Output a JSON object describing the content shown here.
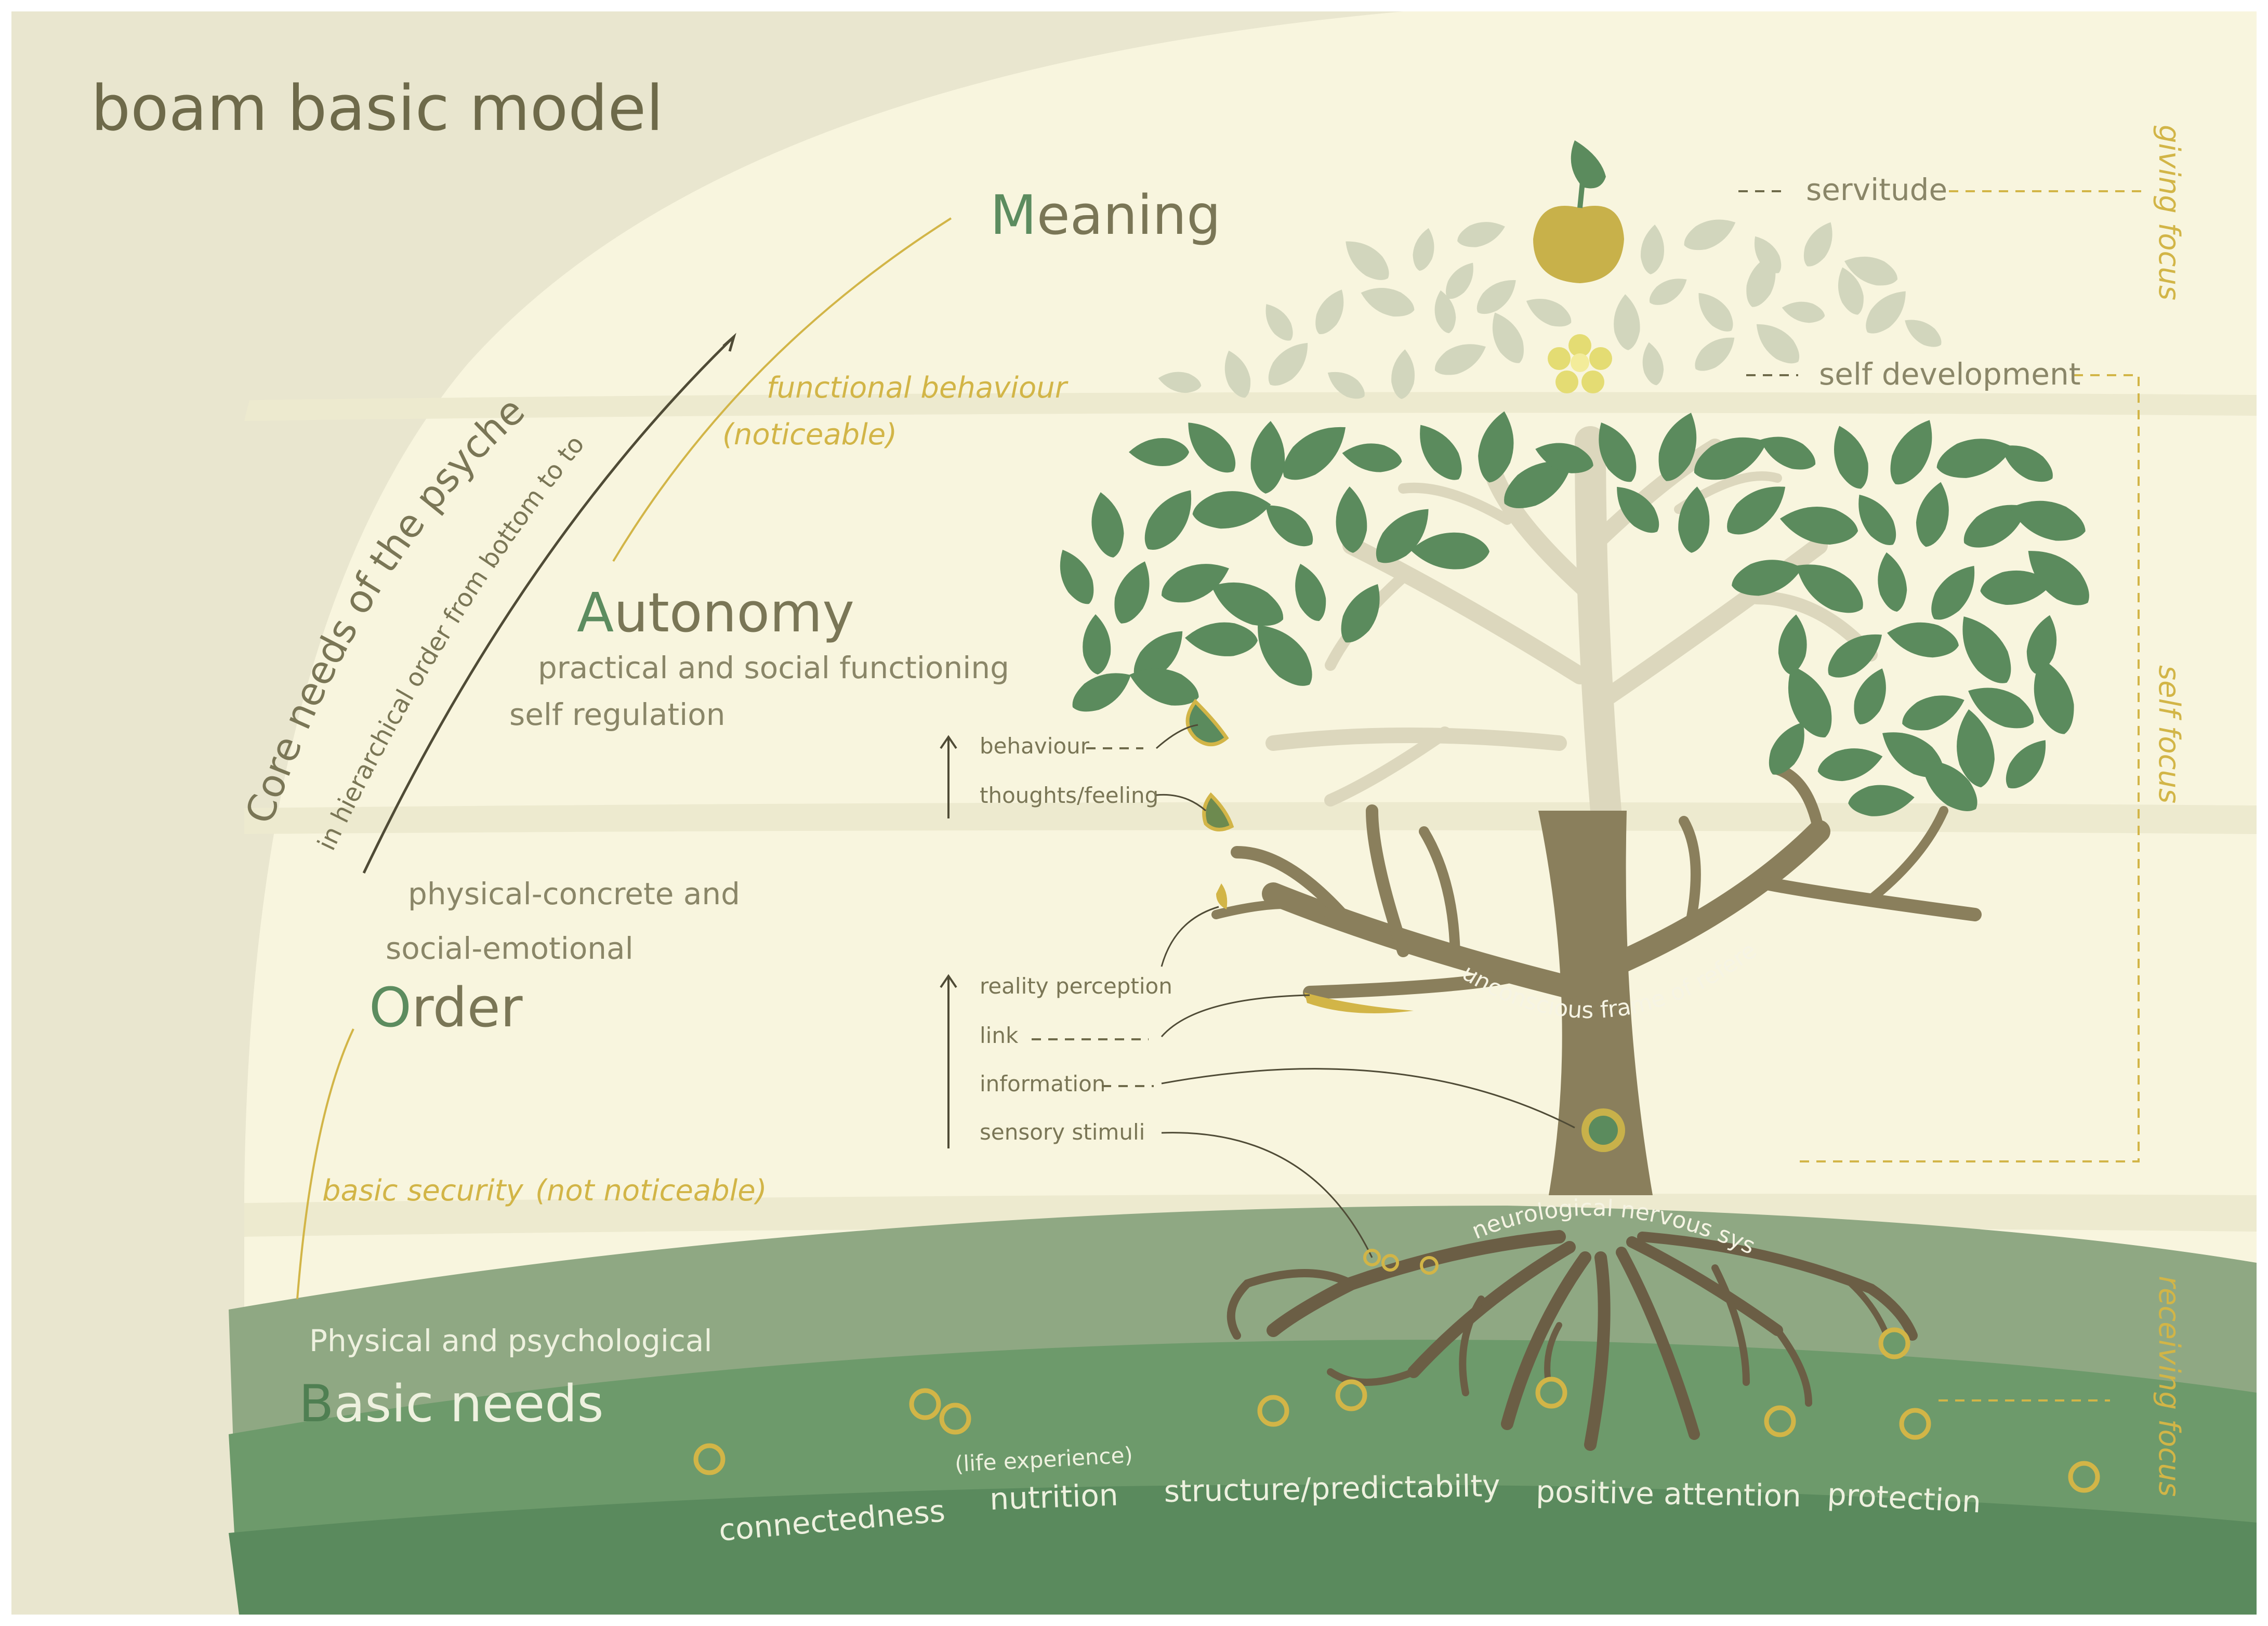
{
  "title": "boam basic model",
  "axis": {
    "main": "Core needs of the psyche",
    "sub": "in hierarchical order from bottom to top:"
  },
  "levels": {
    "meaning": {
      "initial": "M",
      "rest": "eaning"
    },
    "autonomy": {
      "initial": "A",
      "rest": "utonomy",
      "line1": "practical and social functioning",
      "line2": "self regulation"
    },
    "order": {
      "initial": "O",
      "rest": "rder",
      "line1": "physical-concrete and",
      "line2": "social-emotional"
    },
    "basic": {
      "intro": "Physical and psychological",
      "initial": "B",
      "rest": "asic needs"
    }
  },
  "annotations": {
    "functional_behaviour": "functional behaviour",
    "noticeable": "(noticeable)",
    "basic_security": "basic security",
    "not_noticeable": "(not noticeable)"
  },
  "process_labels": {
    "behaviour": "behaviour",
    "thoughts_feeling": "thoughts/feeling",
    "reality_perception": "reality perception",
    "link": "link",
    "information": "information",
    "sensory_stimuli": "sensory stimuli"
  },
  "tree_labels": {
    "frame": "unconscious frame of reference",
    "nervous": "neurological nervous system"
  },
  "right_labels": {
    "servitude": "servitude",
    "self_development": "self development",
    "giving_focus": "giving focus",
    "self_focus": "self focus",
    "receiving_focus": "receiving focus"
  },
  "needs": {
    "connectedness": "connectedness",
    "life_experience": "(life experience)",
    "nutrition": "nutrition",
    "structure": "structure/predictabilty",
    "positive_attention": "positive attention",
    "protection": "protection"
  },
  "colors": {
    "background": "#f8f5de",
    "left_band": "#e9e6cf",
    "dark_green": "#5a8a5d",
    "mid_green": "#6d9a6b",
    "light_green": "#8fa883",
    "leaf_dark": "#5b8b5d",
    "leaf_light": "#d2d6bd",
    "trunk": "#8a7f5c",
    "pale_branch": "#dcd7bd",
    "gold": "#d2b547",
    "text": "#7a7656"
  },
  "icons": [
    "apple-icon",
    "flower-icon",
    "nutrient-circle-icon",
    "leaf-icon",
    "arrow-up-icon"
  ]
}
